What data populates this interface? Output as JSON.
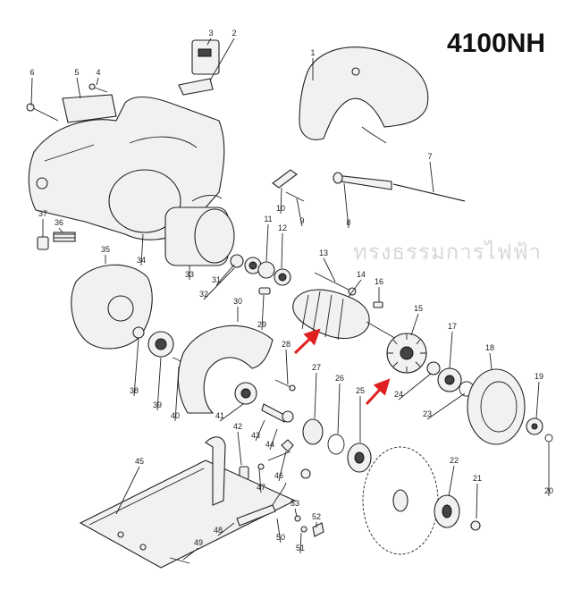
{
  "model": "4100NH",
  "watermark": "ทรงธรรมการไฟฟ้า",
  "parts": [
    {
      "no": "1"
    },
    {
      "no": "2"
    },
    {
      "no": "3"
    },
    {
      "no": "4"
    },
    {
      "no": "5"
    },
    {
      "no": "6"
    },
    {
      "no": "7"
    },
    {
      "no": "8"
    },
    {
      "no": "9"
    },
    {
      "no": "10"
    },
    {
      "no": "11"
    },
    {
      "no": "12"
    },
    {
      "no": "13"
    },
    {
      "no": "14"
    },
    {
      "no": "15"
    },
    {
      "no": "16"
    },
    {
      "no": "17"
    },
    {
      "no": "18"
    },
    {
      "no": "19"
    },
    {
      "no": "20"
    },
    {
      "no": "21"
    },
    {
      "no": "22"
    },
    {
      "no": "23"
    },
    {
      "no": "24"
    },
    {
      "no": "25"
    },
    {
      "no": "26"
    },
    {
      "no": "27"
    },
    {
      "no": "28"
    },
    {
      "no": "29"
    },
    {
      "no": "30"
    },
    {
      "no": "31"
    },
    {
      "no": "32"
    },
    {
      "no": "33"
    },
    {
      "no": "34"
    },
    {
      "no": "35"
    },
    {
      "no": "36"
    },
    {
      "no": "37"
    },
    {
      "no": "38"
    },
    {
      "no": "39"
    },
    {
      "no": "40"
    },
    {
      "no": "41"
    },
    {
      "no": "42"
    },
    {
      "no": "43"
    },
    {
      "no": "44"
    },
    {
      "no": "45"
    },
    {
      "no": "46"
    },
    {
      "no": "47"
    },
    {
      "no": "48"
    },
    {
      "no": "49"
    },
    {
      "no": "50"
    },
    {
      "no": "51"
    },
    {
      "no": "52"
    },
    {
      "no": "53"
    }
  ],
  "colors": {
    "ink": "#222222",
    "arrow": "#e02020",
    "watermark": "#d8d8d8"
  }
}
